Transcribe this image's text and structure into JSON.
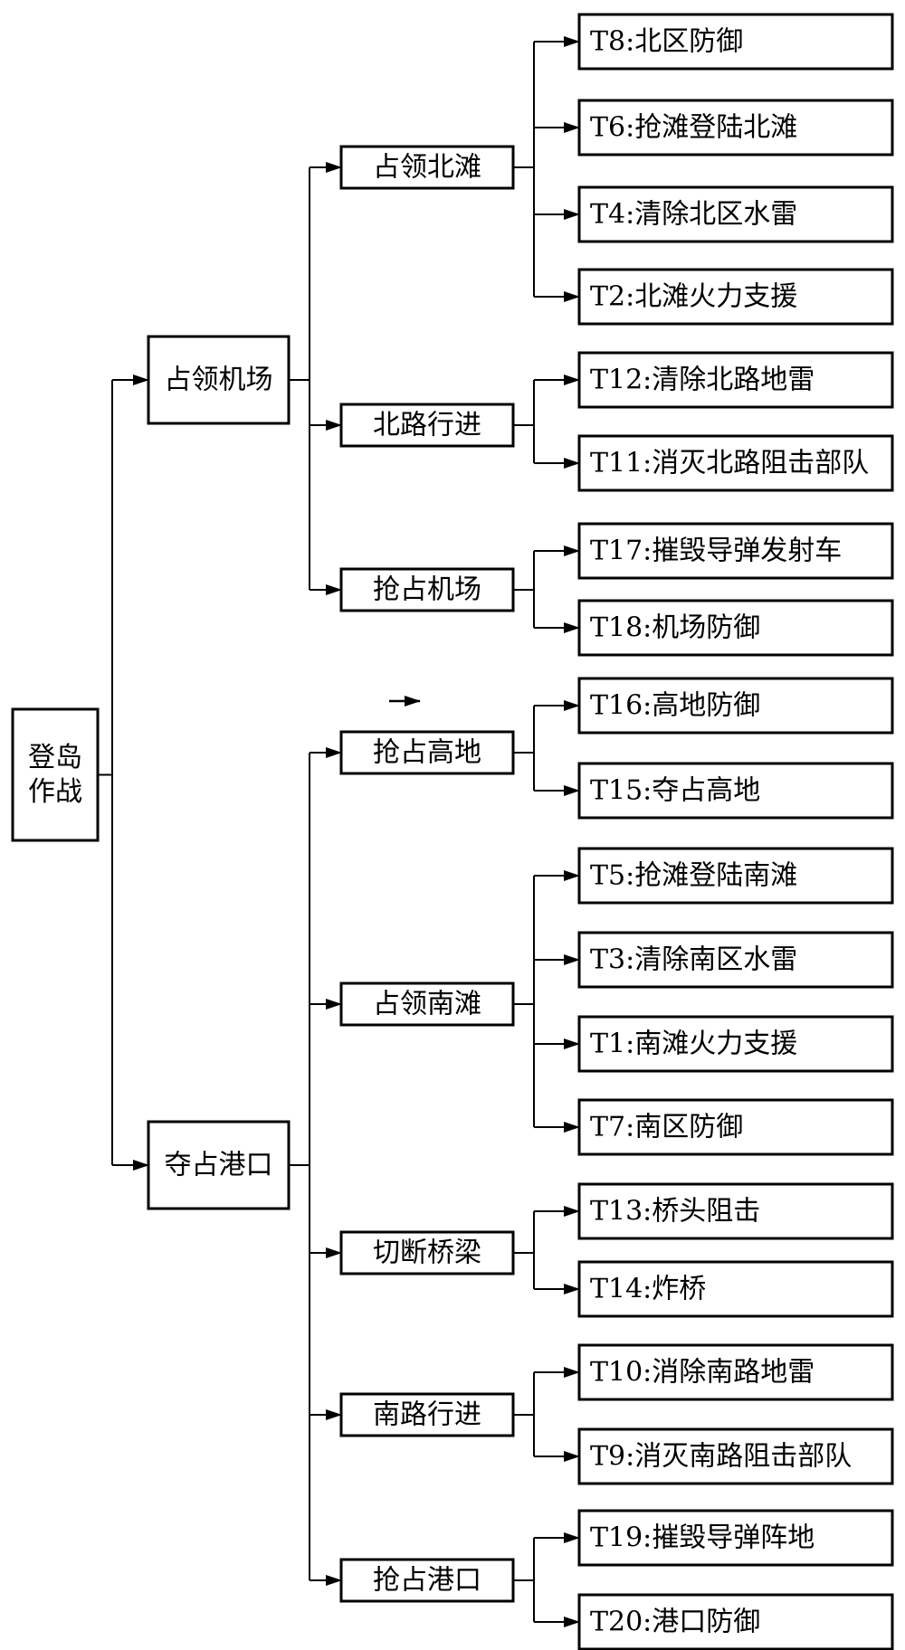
{
  "diagram": {
    "colors": {
      "line": "#000000",
      "box_fill": "#ffffff",
      "text": "#000000"
    },
    "root": {
      "label_lines": [
        "登岛",
        "作战"
      ]
    },
    "goals": [
      {
        "id": "g1",
        "label": "占领机场"
      },
      {
        "id": "g2",
        "label": "夺占港口"
      }
    ],
    "subgoals": [
      {
        "id": "s1",
        "parent": "g1",
        "label": "占领北滩"
      },
      {
        "id": "s2",
        "parent": "g1",
        "label": "北路行进"
      },
      {
        "id": "s3",
        "parent": "g1",
        "label": "抢占机场"
      },
      {
        "id": "s4",
        "parent": "g2",
        "label": "抢占高地"
      },
      {
        "id": "s5",
        "parent": "g2",
        "label": "占领南滩"
      },
      {
        "id": "s6",
        "parent": "g2",
        "label": "切断桥梁"
      },
      {
        "id": "s7",
        "parent": "g2",
        "label": "南路行进"
      },
      {
        "id": "s8",
        "parent": "g2",
        "label": "抢占港口"
      }
    ],
    "tasks": [
      {
        "id": "t8",
        "parent": "s1",
        "label": "T8:北区防御"
      },
      {
        "id": "t6",
        "parent": "s1",
        "label": "T6:抢滩登陆北滩"
      },
      {
        "id": "t4",
        "parent": "s1",
        "label": "T4:清除北区水雷"
      },
      {
        "id": "t2",
        "parent": "s1",
        "label": "T2:北滩火力支援"
      },
      {
        "id": "t12",
        "parent": "s2",
        "label": "T12:清除北路地雷"
      },
      {
        "id": "t11",
        "parent": "s2",
        "label": "T11:消灭北路阻击部队"
      },
      {
        "id": "t17",
        "parent": "s3",
        "label": "T17:摧毁导弹发射车"
      },
      {
        "id": "t18",
        "parent": "s3",
        "label": "T18:机场防御"
      },
      {
        "id": "t16",
        "parent": "s4",
        "label": "T16:高地防御"
      },
      {
        "id": "t15",
        "parent": "s4",
        "label": "T15:夺占高地"
      },
      {
        "id": "t5",
        "parent": "s5",
        "label": "T5:抢滩登陆南滩"
      },
      {
        "id": "t3",
        "parent": "s5",
        "label": "T3:清除南区水雷"
      },
      {
        "id": "t1",
        "parent": "s5",
        "label": "T1:南滩火力支援"
      },
      {
        "id": "t7",
        "parent": "s5",
        "label": "T7:南区防御"
      },
      {
        "id": "t13",
        "parent": "s6",
        "label": "T13:桥头阻击"
      },
      {
        "id": "t14",
        "parent": "s6",
        "label": "T14:炸桥"
      },
      {
        "id": "t10",
        "parent": "s7",
        "label": "T10:消除南路地雷"
      },
      {
        "id": "t9",
        "parent": "s7",
        "label": "T9:消灭南路阻击部队"
      },
      {
        "id": "t19",
        "parent": "s8",
        "label": "T19:摧毁导弹阵地"
      },
      {
        "id": "t20",
        "parent": "s8",
        "label": "T20:港口防御"
      }
    ]
  }
}
